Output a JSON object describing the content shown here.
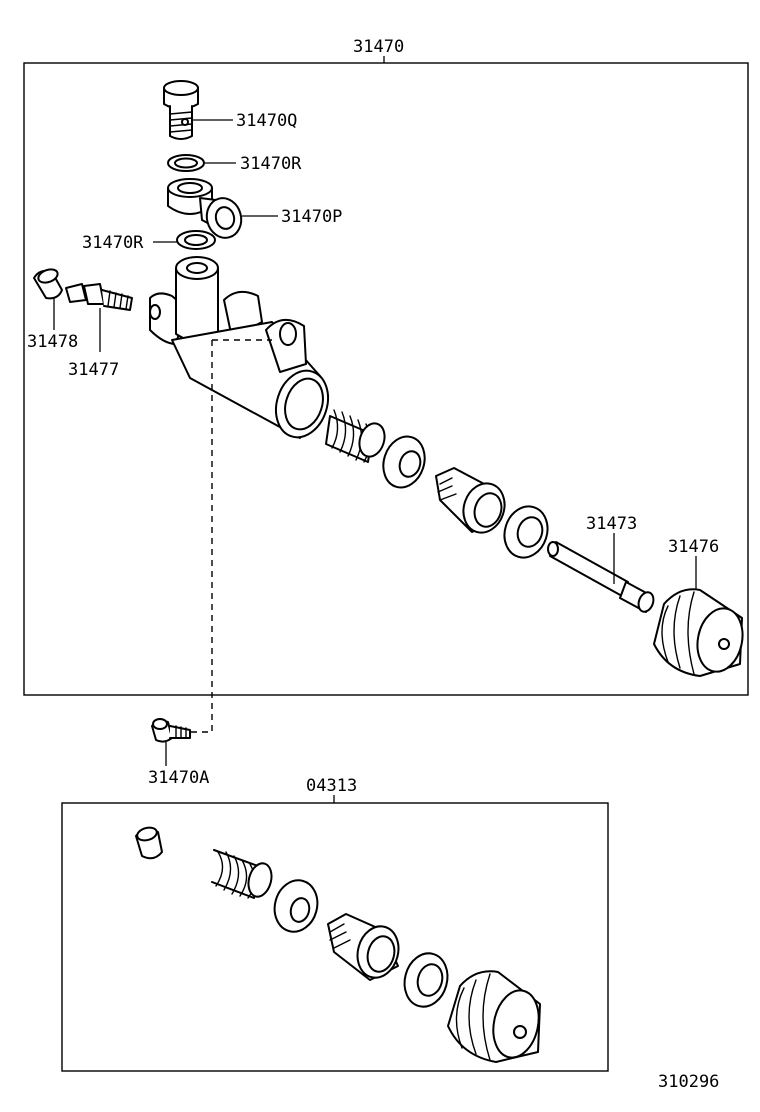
{
  "labels": {
    "assembly": "31470",
    "bolt": "31470Q",
    "gasket_upper": "31470R",
    "union": "31470P",
    "gasket_lower": "31470R",
    "cap": "31478",
    "bleeder": "31477",
    "push_rod": "31473",
    "boot": "31476",
    "bolt_a": "31470A",
    "kit": "04313",
    "diagram_number": "310296"
  }
}
